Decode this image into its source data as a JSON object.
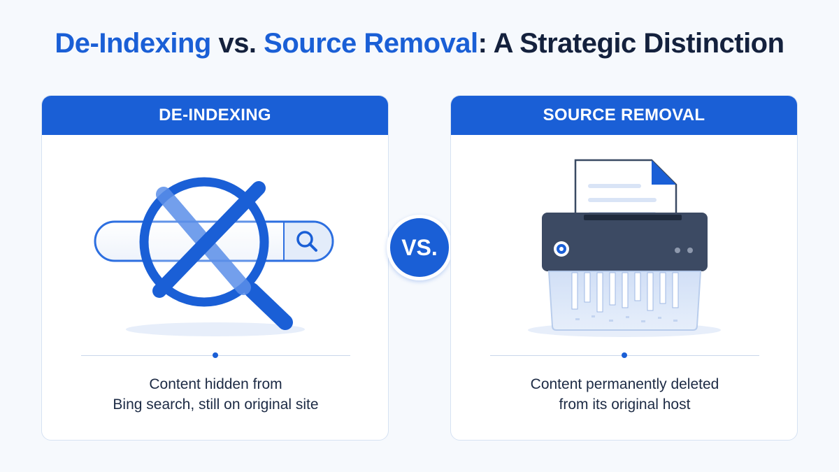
{
  "title": {
    "part1": "De-Indexing",
    "part2": " vs. ",
    "part3": "Source Removal",
    "part4": ": A Strategic Distinction"
  },
  "left_card": {
    "header": "DE-INDEXING",
    "caption_line1": "Content hidden from",
    "caption_line2": "Bing search, still on original site",
    "illustration": "search-bar-blocked-icon"
  },
  "right_card": {
    "header": "SOURCE REMOVAL",
    "caption_line1": "Content permanently deleted",
    "caption_line2": "from its original host",
    "illustration": "paper-shredder-icon"
  },
  "vs_badge": "VS.",
  "colors": {
    "accent": "#1a5fd6",
    "title_dark": "#14213d",
    "card_border": "#d6e2f3",
    "background": "#f6f9fd"
  }
}
